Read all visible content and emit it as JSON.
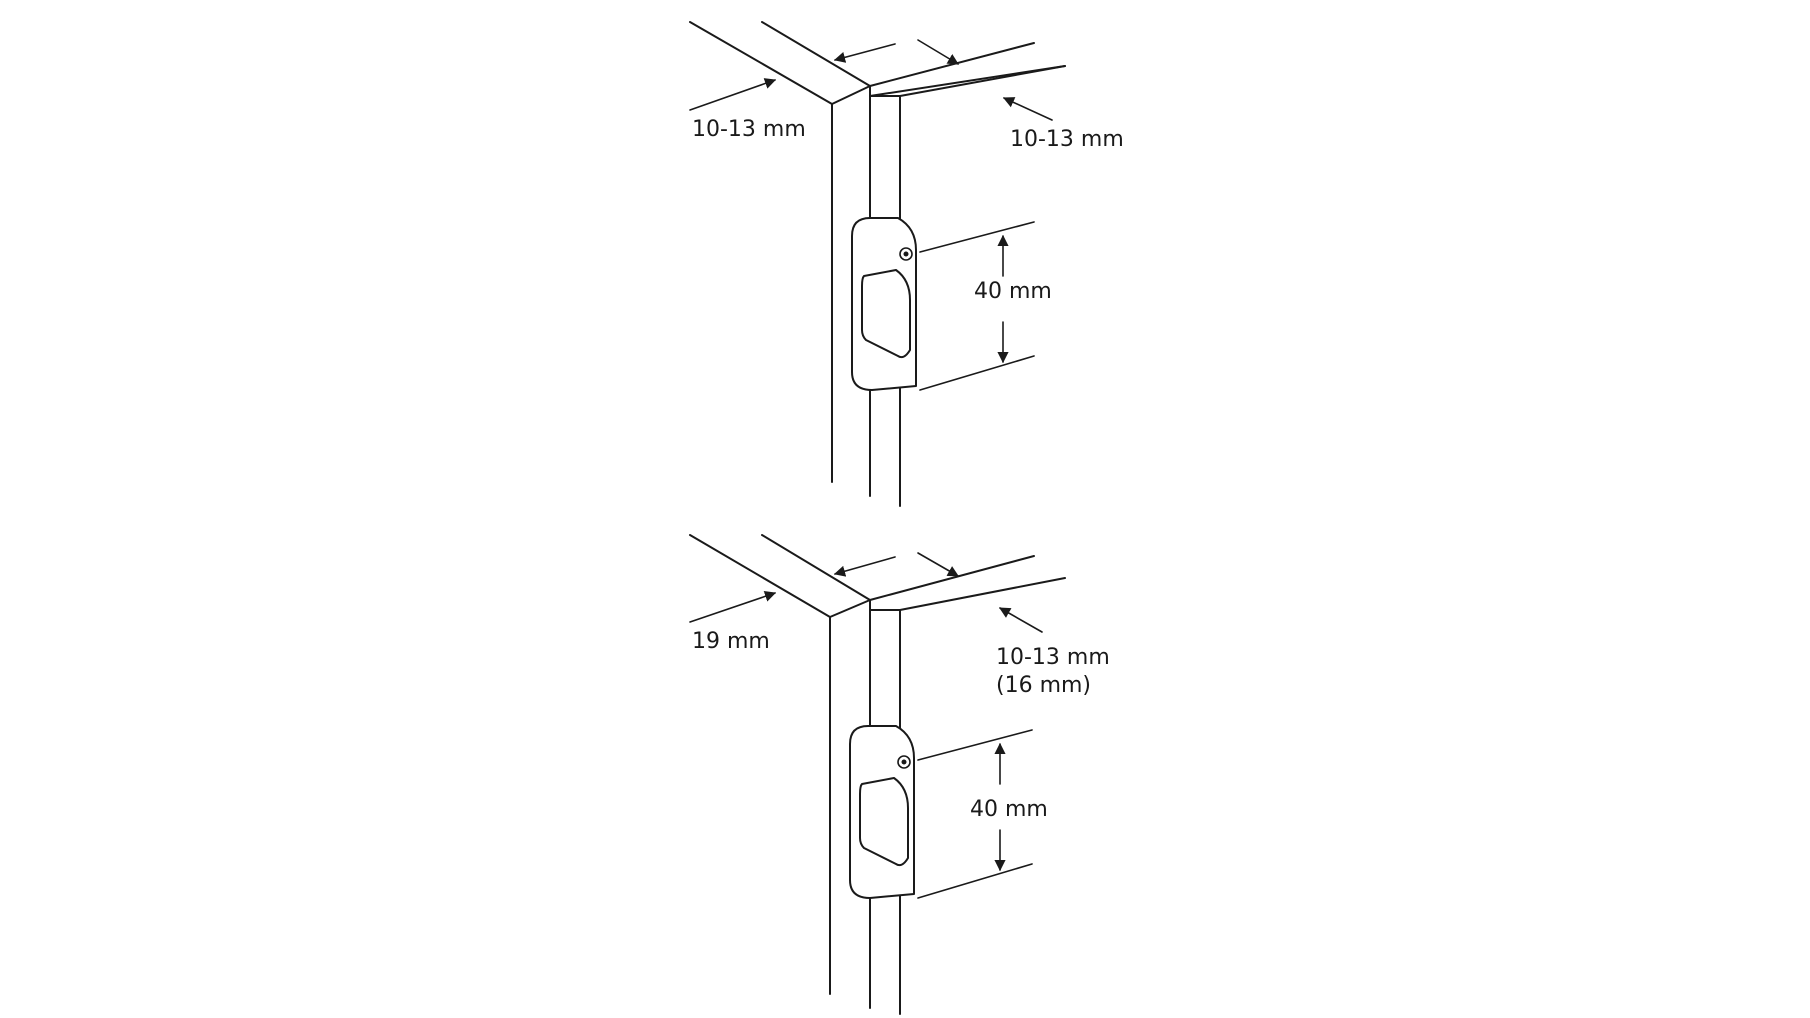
{
  "colors": {
    "line": "#1a1a1a",
    "background": "#ffffff"
  },
  "figures": [
    {
      "labels": {
        "left_gap": "10-13 mm",
        "right_gap": "10-13 mm",
        "right_gap_alt": "",
        "height": "40 mm"
      }
    },
    {
      "labels": {
        "left_gap": "19 mm",
        "right_gap": "10-13 mm",
        "right_gap_alt": "(16 mm)",
        "height": "40 mm"
      }
    }
  ]
}
